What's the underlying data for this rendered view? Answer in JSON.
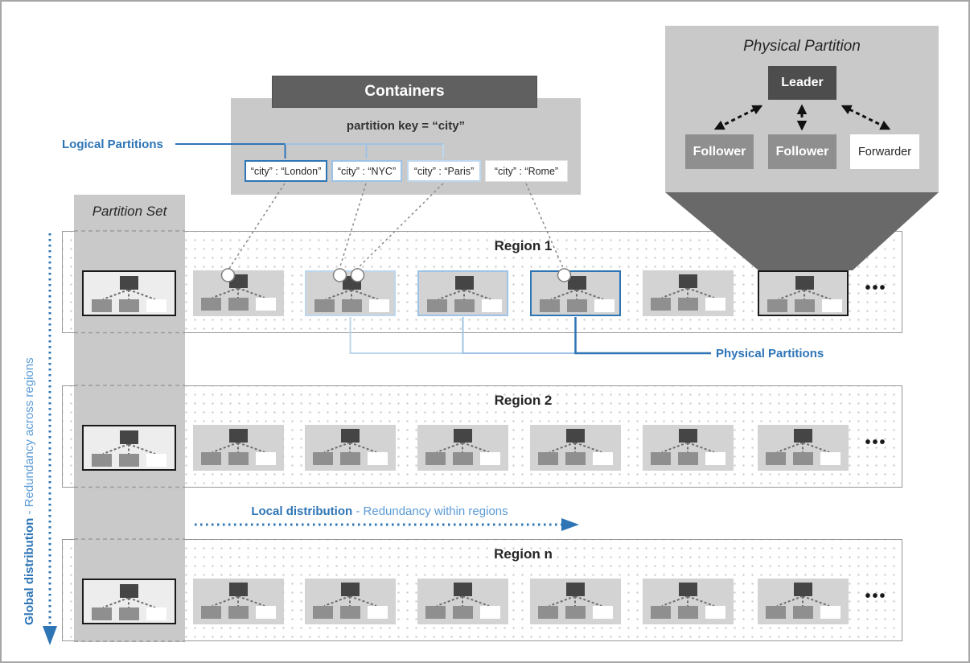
{
  "containers": {
    "title": "Containers",
    "partition_key_label": "partition key = “city”",
    "logical_partitions_label": "Logical Partitions",
    "cities": [
      {
        "label": "“city” : “London”",
        "accent": "#2E75B6"
      },
      {
        "label": "“city” : “NYC”",
        "accent": "#9DC3E6"
      },
      {
        "label": "“city” : “Paris”",
        "accent": "#BDD7EE"
      },
      {
        "label": "“city” : “Rome”",
        "accent": "#E3E3E3"
      }
    ]
  },
  "physical_partition": {
    "title": "Physical Partition",
    "leader_label": "Leader",
    "follower_labels": [
      "Follower",
      "Follower"
    ],
    "forwarder_label": "Forwarder"
  },
  "partition_set": {
    "title": "Partition Set"
  },
  "regions": [
    {
      "label": "Region 1",
      "ellipsis": "•••",
      "icons": [
        {
          "border": null,
          "circles": [
            -13
          ]
        },
        {
          "border": "#BDD7EE",
          "circles": [
            -13,
            9
          ]
        },
        {
          "border": "#9DC3E6",
          "circles": []
        },
        {
          "border": "#2E75B6",
          "circles": [
            -14
          ]
        },
        {
          "border": null,
          "circles": []
        },
        {
          "border": "#1A1A1A",
          "circles": []
        }
      ]
    },
    {
      "label": "Region 2",
      "ellipsis": "•••",
      "icons": [
        {
          "border": null,
          "circles": []
        },
        {
          "border": null,
          "circles": []
        },
        {
          "border": null,
          "circles": []
        },
        {
          "border": null,
          "circles": []
        },
        {
          "border": null,
          "circles": []
        },
        {
          "border": null,
          "circles": []
        }
      ]
    },
    {
      "label": "Region n",
      "ellipsis": "•••",
      "icons": [
        {
          "border": null,
          "circles": []
        },
        {
          "border": null,
          "circles": []
        },
        {
          "border": null,
          "circles": []
        },
        {
          "border": null,
          "circles": []
        },
        {
          "border": null,
          "circles": []
        },
        {
          "border": null,
          "circles": []
        }
      ]
    }
  ],
  "annotations": {
    "physical_partitions_label": "Physical Partitions",
    "local_distribution_bold": "Local distribution",
    "local_distribution_rest": " - Redundancy within regions",
    "global_distribution_bold": "Global distribution",
    "global_distribution_rest": " - Redundancy across regions"
  },
  "colors": {
    "accent_blue": "#2E75B6",
    "medium_blue": "#9DC3E6",
    "light_blue": "#BDD7EE",
    "light_text_blue": "#5B9BD5",
    "panel_gray": "#c9c9c9",
    "dark_gray": "#606060",
    "funnel_gray": "#696969",
    "follower_gray": "#8f8f8f",
    "leader_dark": "#4d4d4d"
  }
}
